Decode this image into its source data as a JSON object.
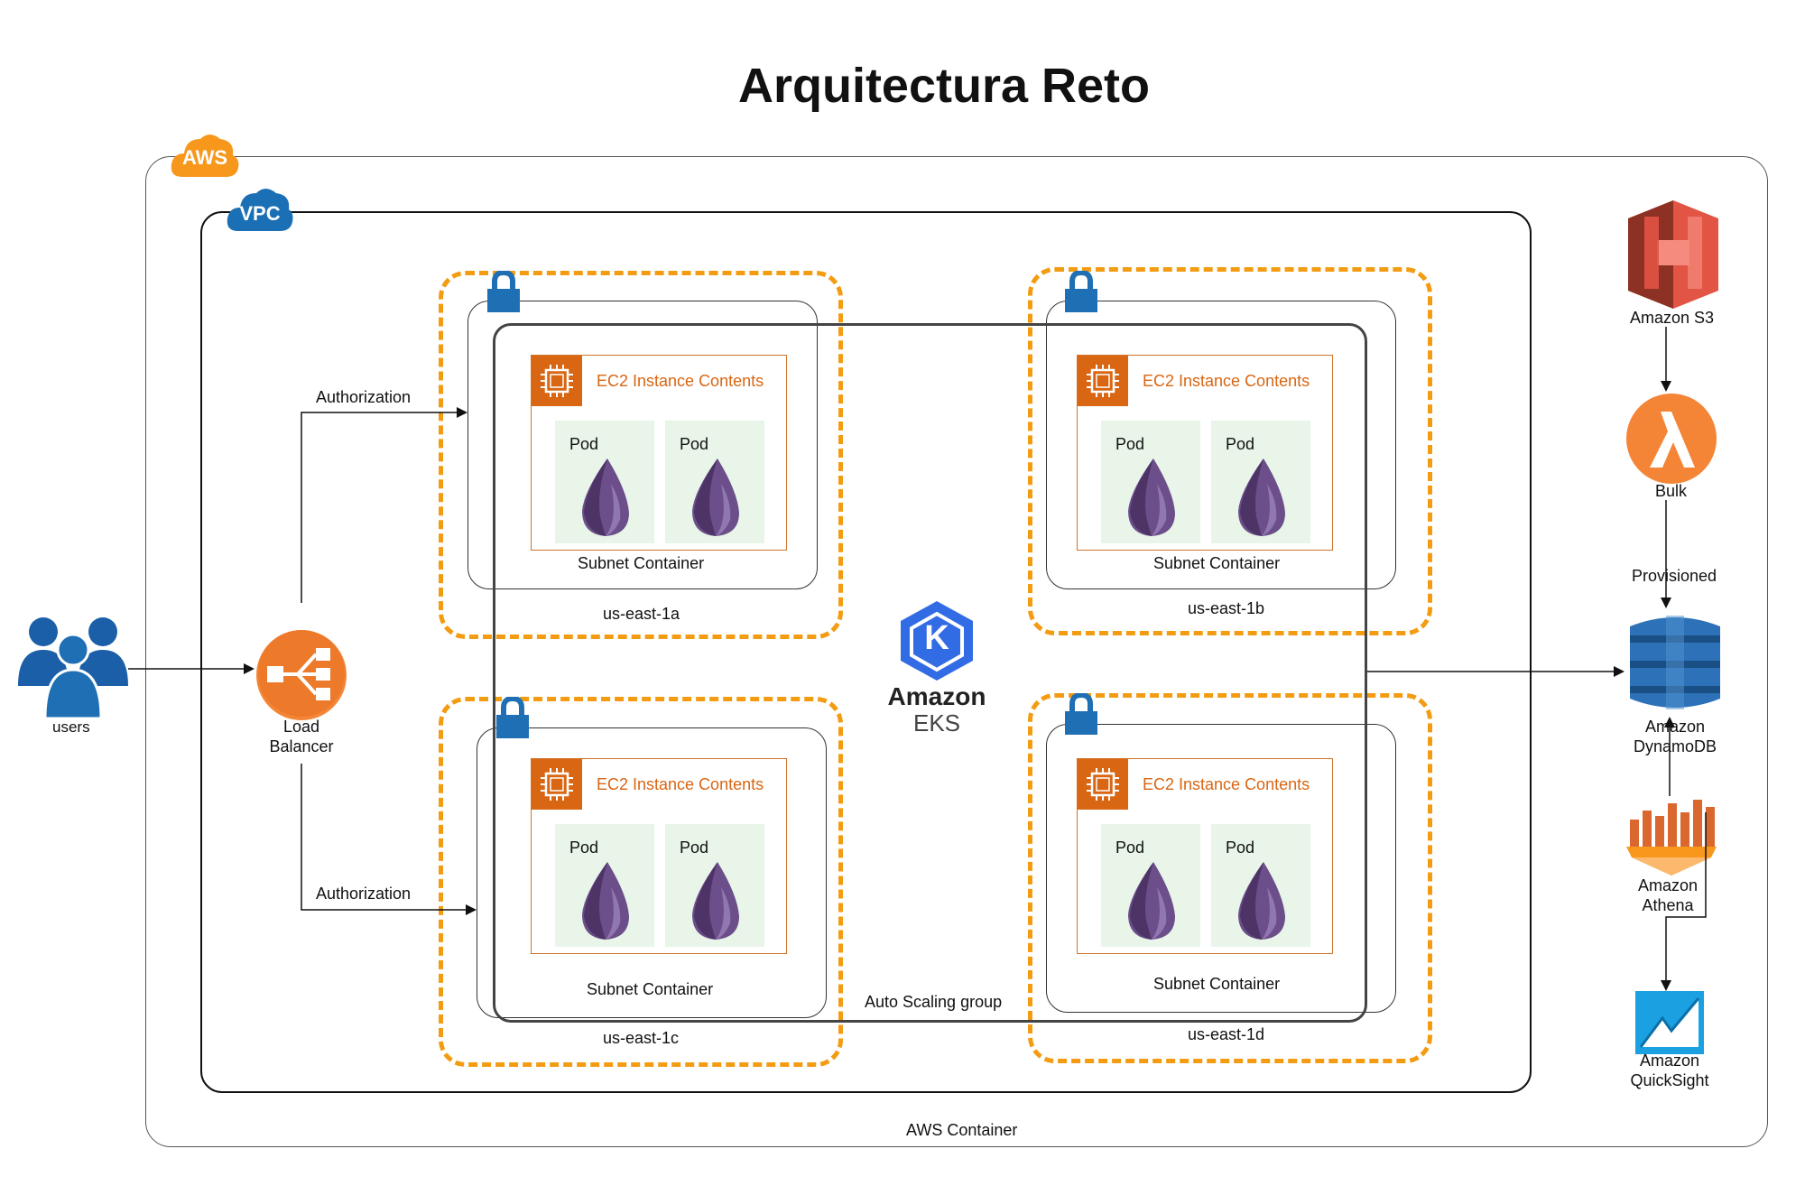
{
  "title": "Arquitectura Reto",
  "aws_badge": "AWS",
  "vpc_badge": "VPC",
  "aws_container_label": "AWS Container",
  "auto_scaling_label": "Auto Scaling group",
  "eks": {
    "label_top": "Amazon",
    "label_bottom": "EKS",
    "icon_letter": "K"
  },
  "users_label": "users",
  "load_balancer_label": "Load\nBalancer",
  "authorization_top": "Authorization",
  "authorization_bottom": "Authorization",
  "zones": [
    {
      "name": "us-east-1a",
      "subnet_label": "Subnet Container",
      "ec2_title": "EC2 Instance Contents",
      "pods": [
        "Pod",
        "Pod"
      ]
    },
    {
      "name": "us-east-1b",
      "subnet_label": "Subnet Container",
      "ec2_title": "EC2 Instance Contents",
      "pods": [
        "Pod",
        "Pod"
      ]
    },
    {
      "name": "us-east-1c",
      "subnet_label": "Subnet Container",
      "ec2_title": "EC2 Instance Contents",
      "pods": [
        "Pod",
        "Pod"
      ]
    },
    {
      "name": "us-east-1d",
      "subnet_label": "Subnet Container",
      "ec2_title": "EC2 Instance Contents",
      "pods": [
        "Pod",
        "Pod"
      ]
    }
  ],
  "services": {
    "s3": "Amazon S3",
    "lambda": "Bulk",
    "provisioned": "Provisioned",
    "dynamodb": "Amazon\nDynamoDB",
    "athena": "Amazon\nAthena",
    "quicksight": "Amazon\nQuickSight"
  },
  "colors": {
    "az_border": "#f39c12",
    "ec2_orange": "#d86613",
    "pod_bg": "#e8f5e8",
    "aws_orange": "#f7981d",
    "vpc_blue": "#1a6fb5",
    "lock_blue": "#1f6fb5",
    "eks_blue": "#326ce5"
  }
}
